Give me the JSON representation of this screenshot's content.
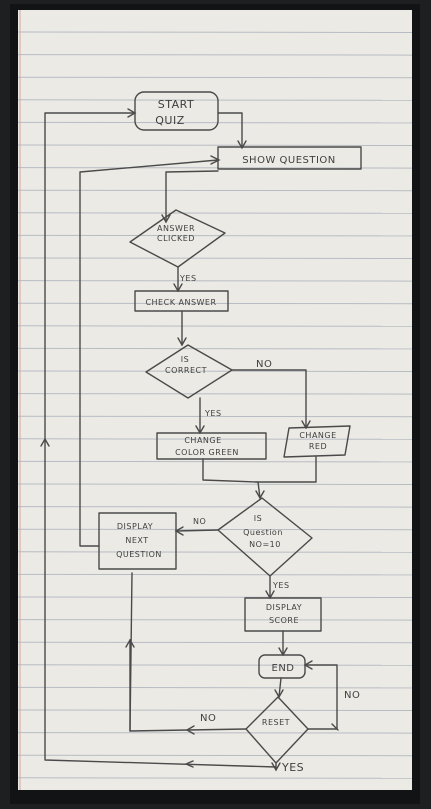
{
  "flowchart": {
    "start": [
      "START",
      "QUIZ"
    ],
    "show_question": "SHOW QUESTION",
    "answer_clicked": [
      "ANSWER",
      "CLICKED"
    ],
    "check_answer": "CHECK ANSWER",
    "is_correct": [
      "IS",
      "CORRECT"
    ],
    "change_green": [
      "CHANGE",
      "COLOR GREEN"
    ],
    "change_red": [
      "CHANGE",
      "RED"
    ],
    "is_question_no": [
      "IS",
      "Question",
      "NO=10"
    ],
    "display_next": [
      "DISPLAY",
      "NEXT",
      "QUESTION"
    ],
    "display_score": [
      "DISPLAY",
      "SCORE"
    ],
    "end": "END",
    "reset": "RESET",
    "labels": {
      "yes_answer": "YES",
      "no_correct": "NO",
      "yes_correct": "YES",
      "no_question": "NO",
      "yes_question": "YES",
      "no_end": "NO",
      "no_reset": "NO",
      "yes_reset": "YES"
    }
  },
  "colors": {
    "paper": "#eceae4",
    "ruling": "#b7bcc4",
    "ink": "#4a4a4a",
    "background": "#1e1f20"
  }
}
